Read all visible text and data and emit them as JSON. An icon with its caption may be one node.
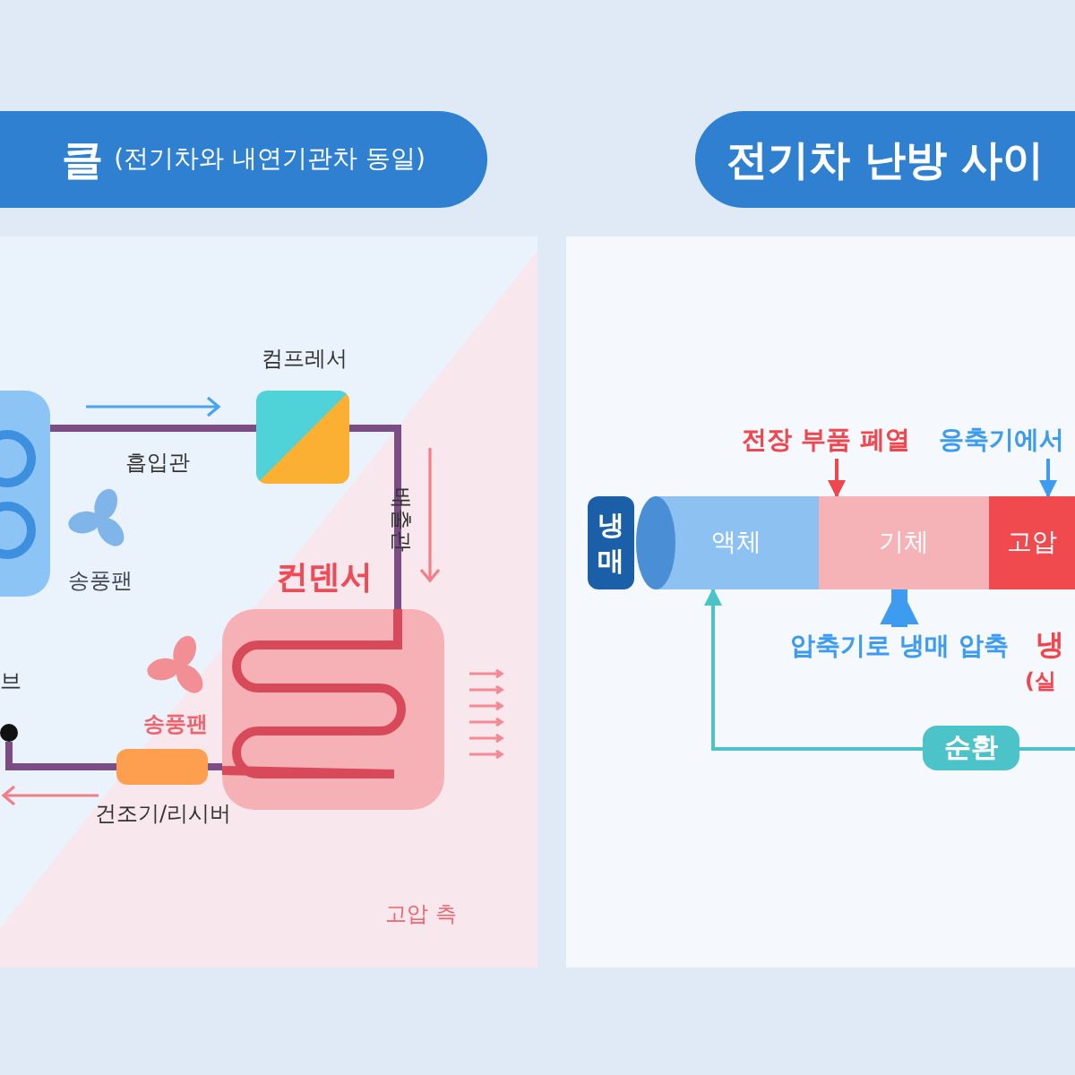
{
  "diagram": {
    "nodes": [
      {
        "text": [
          "클",
          "(전기차와 내연기관차 동일)"
        ]
      },
      {
        "text": [
          "전기차 난방 사이"
        ]
      },
      {
        "text": [],
        "shape": "box"
      },
      {
        "text": [
          "컴프레서"
        ]
      },
      {
        "text": [
          "컨덴서"
        ]
      },
      {
        "text": [
          "건조기/리시버"
        ]
      },
      {
        "text": [
          "브"
        ]
      },
      {
        "text": [
          "냉매"
        ]
      },
      {
        "text": [
          "액체"
        ]
      },
      {
        "text": [
          "기체"
        ]
      },
      {
        "text": [
          "고압"
        ]
      },
      {
        "text": [
          "전장 부품 폐열"
        ]
      },
      {
        "text": [
          "응축기에서"
        ]
      },
      {
        "text": [
          "압축기로 냉매 압축"
        ]
      }
    ],
    "edges": [
      {
        "from": 2,
        "to": 3,
        "arrow": "none",
        "label": "흡입관"
      },
      {
        "from": 3,
        "to": 4,
        "arrow": "none",
        "label": "배출관"
      },
      {
        "from": 4,
        "to": 5,
        "arrow": "none"
      },
      {
        "from": 5,
        "to": 6,
        "arrow": "none"
      },
      {
        "from": 11,
        "to": 9,
        "arrow": "to",
        "color": "#f0474f"
      },
      {
        "from": 12,
        "to": 10,
        "arrow": "to",
        "color": "#3d9bf0"
      },
      {
        "from": 13,
        "to": 9,
        "arrow": "to",
        "style": "thick",
        "color": "#3d9bf0"
      },
      {
        "from": null,
        "to": 8,
        "arrow": "to",
        "label": "순환",
        "color": "#4cc3c9"
      }
    ],
    "labels": [
      "송풍팬",
      "송풍팬",
      "고압 측",
      "냉",
      "(실"
    ]
  }
}
